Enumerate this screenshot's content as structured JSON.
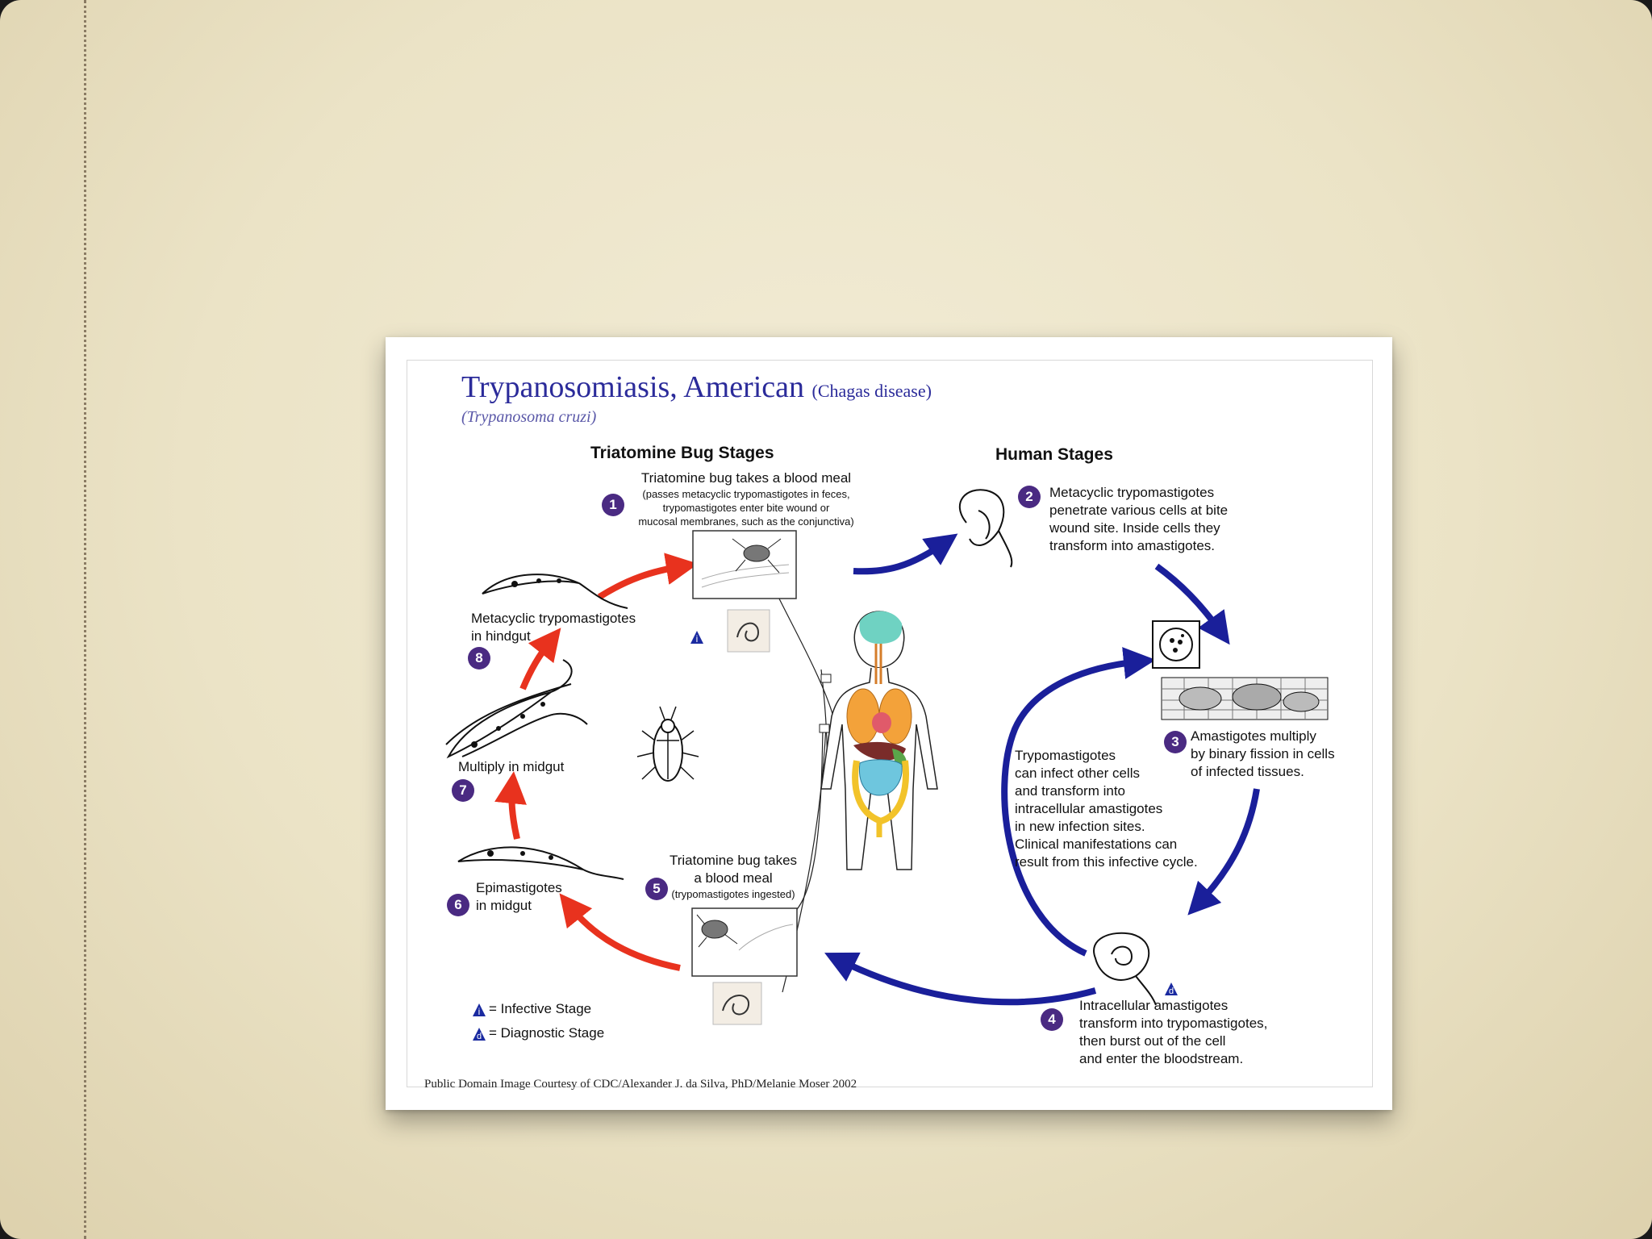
{
  "title": {
    "main": "Trypanosomiasis, American",
    "paren": "(Chagas disease)",
    "species": "(Trypanosoma cruzi)"
  },
  "sections": {
    "bug": "Triatomine Bug Stages",
    "human": "Human Stages"
  },
  "steps": [
    {
      "num": "1",
      "head": "Triatomine bug takes a blood meal",
      "lines": [
        "(passes metacyclic trypomastigotes in feces,",
        "trypomastigotes enter bite wound or",
        "mucosal membranes, such as the conjunctiva)"
      ]
    },
    {
      "num": "2",
      "lines": [
        "Metacyclic trypomastigotes",
        "penetrate various cells at bite",
        "wound site.  Inside cells they",
        "transform into amastigotes."
      ]
    },
    {
      "num": "3",
      "lines": [
        "Amastigotes multiply",
        "by binary fission in cells",
        "of infected tissues."
      ]
    },
    {
      "num": "4",
      "lines": [
        "Intracellular amastigotes",
        "transform into trypomastigotes,",
        "then burst out of the cell",
        "and enter the bloodstream."
      ]
    },
    {
      "num": "5",
      "head": [
        "Triatomine bug takes",
        "a blood meal"
      ],
      "sub": "(trypomastigotes ingested)"
    },
    {
      "num": "6",
      "lines": [
        "Epimastigotes",
        "in midgut"
      ]
    },
    {
      "num": "7",
      "lines": [
        "Multiply in midgut"
      ]
    },
    {
      "num": "8",
      "lines": [
        "Metacyclic trypomastigotes",
        "in hindgut"
      ]
    }
  ],
  "cycle_text": [
    "Trypomastigotes",
    "can infect other cells",
    "and transform into",
    "intracellular amastigotes",
    "in new infection sites.",
    "Clinical manifestations can",
    "result from this infective cycle."
  ],
  "legend": [
    {
      "symbol": "i",
      "label": "= Infective Stage"
    },
    {
      "symbol": "d",
      "label": "= Diagnostic Stage"
    }
  ],
  "credit": "Public Domain Image Courtesy of CDC/Alexander J. da Silva, PhD/Melanie Moser 2002",
  "colors": {
    "bug_arrows": "#e8321e",
    "human_arrows": "#1a1f9a",
    "number_badge": "#4a2a82",
    "title": "#2b2b9a",
    "stage_triangle": "#1a2aa0"
  }
}
